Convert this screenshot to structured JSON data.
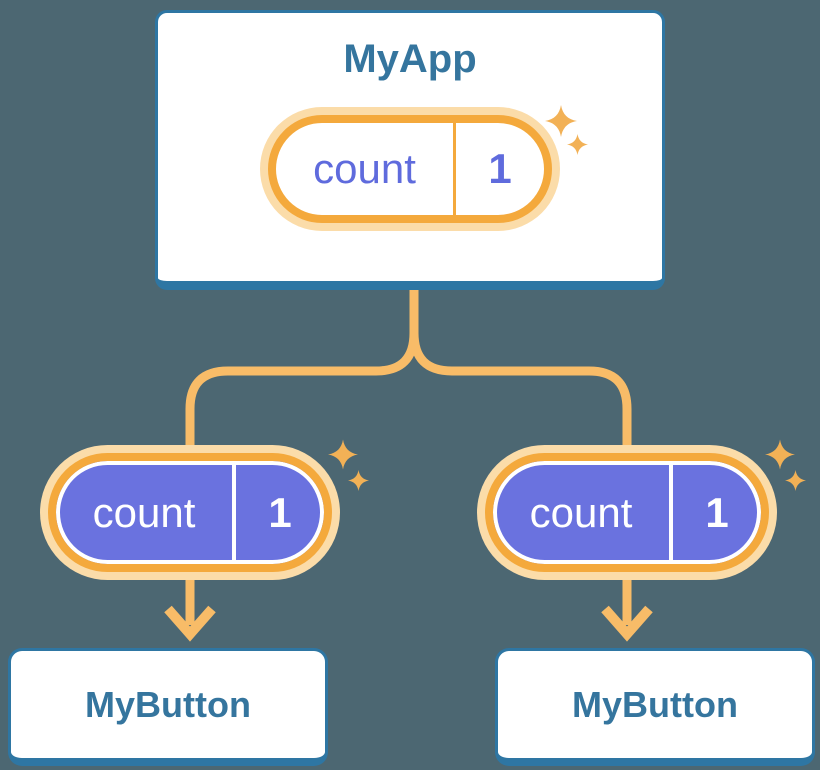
{
  "tree": {
    "root": {
      "title": "MyApp",
      "state": {
        "name": "count",
        "value": "1"
      }
    },
    "children": [
      {
        "title": "MyButton",
        "prop": {
          "name": "count",
          "value": "1"
        }
      },
      {
        "title": "MyButton",
        "prop": {
          "name": "count",
          "value": "1"
        }
      }
    ]
  },
  "icons": {
    "sparkle": "four-point-star"
  },
  "colors": {
    "background": "#4C6772",
    "card_background": "#FFFFFF",
    "card_border": "#2E76A3",
    "title_text": "#35759E",
    "pill_ring": "#F4A93C",
    "pill_halo": "#FBDCA9",
    "connector": "#F8BC68",
    "sparkle": "#F2B156",
    "state_text": "#5F6BDD",
    "prop_fill": "#6A72DF",
    "prop_text": "#FFFFFF"
  }
}
